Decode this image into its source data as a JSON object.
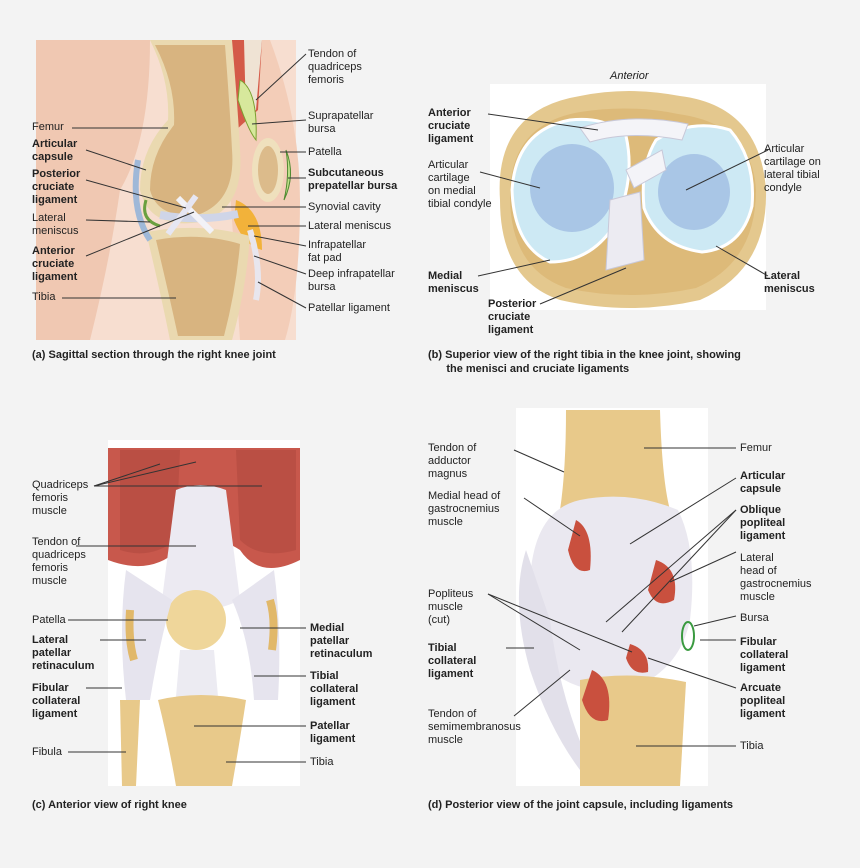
{
  "panel_a": {
    "caption": "(a) Sagittal section through the right knee joint",
    "labels": {
      "femur": "Femur",
      "articular_capsule": "Articular\ncapsule",
      "posterior_cruciate": "Posterior\ncruciate\nligament",
      "lateral_meniscus": "Lateral\nmeniscus",
      "anterior_cruciate": "Anterior\ncruciate\nligament",
      "tibia": "Tibia",
      "tendon_quad": "Tendon of\nquadriceps\nfemoris",
      "suprapatellar": "Suprapatellar\nbursa",
      "patella": "Patella",
      "subcutaneous": "Subcutaneous\nprepatellar bursa",
      "synovial": "Synovial cavity",
      "lateral_meniscus_r": "Lateral meniscus",
      "infrapatellar": "Infrapatellar\nfat pad",
      "deep_infra": "Deep infrapatellar\nbursa",
      "patellar_lig": "Patellar ligament"
    }
  },
  "panel_b": {
    "caption": "(b) Superior view of the right tibia in the knee joint, showing\n      the menisci and cruciate ligaments",
    "anterior": "Anterior",
    "labels": {
      "anterior_cruciate": "Anterior\ncruciate\nligament",
      "articular_medial": "Articular\ncartilage\non medial\ntibial condyle",
      "medial_meniscus": "Medial\nmeniscus",
      "posterior_cruciate": "Posterior\ncruciate\nligament",
      "articular_lateral": "Articular\ncartilage on\nlateral tibial\ncondyle",
      "lateral_meniscus": "Lateral\nmeniscus"
    }
  },
  "panel_c": {
    "caption": "(c) Anterior view of right knee",
    "labels": {
      "quad_muscle": "Quadriceps\nfemoris\nmuscle",
      "tendon_quad": "Tendon of\nquadriceps\nfemoris\nmuscle",
      "patella": "Patella",
      "lateral_ret": "Lateral\npatellar\nretinaculum",
      "fibular_col": "Fibular\ncollateral\nligament",
      "fibula": "Fibula",
      "medial_ret": "Medial\npatellar\nretinaculum",
      "tibial_col": "Tibial\ncollateral\nligament",
      "patellar_lig": "Patellar\nligament",
      "tibia": "Tibia"
    }
  },
  "panel_d": {
    "caption": "(d) Posterior view of the joint capsule, including ligaments",
    "labels": {
      "tendon_adductor": "Tendon of\nadductor\nmagnus",
      "medial_gastro": "Medial head of\ngastrocnemius\nmuscle",
      "popliteus": "Popliteus\nmuscle\n(cut)",
      "tibial_col": "Tibial\ncollateral\nligament",
      "tendon_semi": "Tendon of\nsemimembranosus\nmuscle",
      "femur": "Femur",
      "articular_capsule": "Articular\ncapsule",
      "oblique": "Oblique\npopliteal\nligament",
      "lateral_gastro": "Lateral\nhead of\ngastrocnemius\nmuscle",
      "bursa": "Bursa",
      "fibular_col": "Fibular\ncollateral\nligament",
      "arcuate": "Arcuate\npopliteal\nligament",
      "tibia": "Tibia"
    }
  }
}
